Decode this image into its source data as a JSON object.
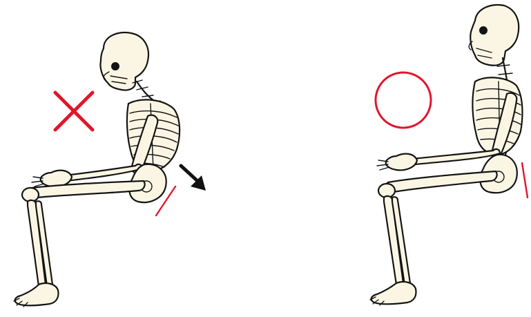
{
  "colors": {
    "bone": "#fbf6e4",
    "outline": "#141414",
    "mark": "#e0162b",
    "arrow": "#111111"
  },
  "panels": [
    {
      "posture": "slouched",
      "verdict_icon": "cross-icon",
      "direction_icon": "arrow-down-right-icon",
      "pelvis_indicator": "tilted-back"
    },
    {
      "posture": "upright",
      "verdict_icon": "circle-icon",
      "pelvis_indicator": "upright"
    }
  ]
}
